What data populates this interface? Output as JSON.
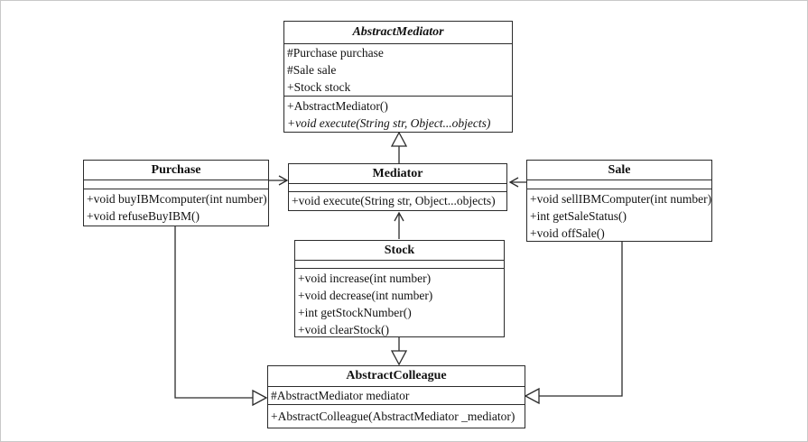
{
  "diagram": {
    "type": "uml-class-diagram",
    "pattern": "Mediator",
    "colors": {
      "line": "#2b2b2b",
      "background": "#ffffff",
      "frame": "#c9c9c9"
    },
    "classes": [
      {
        "name": "AbstractMediator",
        "stereotype": "abstract",
        "attributes": [
          "#Purchase purchase",
          "#Sale sale",
          "+Stock stock"
        ],
        "methods": [
          "+AbstractMediator()",
          "+void execute(String str, Object...objects)"
        ]
      },
      {
        "name": "Purchase",
        "stereotype": "concrete",
        "attributes": [],
        "methods": [
          "+void buyIBMcomputer(int number)",
          "+void refuseBuyIBM()"
        ]
      },
      {
        "name": "Mediator",
        "stereotype": "concrete",
        "attributes": [],
        "methods": [
          "+void execute(String str, Object...objects)"
        ]
      },
      {
        "name": "Sale",
        "stereotype": "concrete",
        "attributes": [],
        "methods": [
          "+void sellIBMComputer(int number)",
          "+int getSaleStatus()",
          "+void offSale()"
        ]
      },
      {
        "name": "Stock",
        "stereotype": "concrete",
        "attributes": [],
        "methods": [
          "+void increase(int number)",
          "+void decrease(int number)",
          "+int getStockNumber()",
          "+void clearStock()"
        ]
      },
      {
        "name": "AbstractColleague",
        "stereotype": "concrete",
        "attributes": [
          "#AbstractMediator mediator"
        ],
        "methods": [
          "+AbstractColleague(AbstractMediator _mediator)"
        ]
      }
    ],
    "relations": [
      {
        "from": "Mediator",
        "to": "AbstractMediator",
        "type": "generalization"
      },
      {
        "from": "Purchase",
        "to": "Mediator",
        "type": "directed-association"
      },
      {
        "from": "Sale",
        "to": "Mediator",
        "type": "directed-association"
      },
      {
        "from": "Stock",
        "to": "Mediator",
        "type": "directed-association"
      },
      {
        "from": "Stock",
        "to": "AbstractColleague",
        "type": "generalization"
      },
      {
        "from": "Purchase",
        "to": "AbstractColleague",
        "type": "generalization"
      },
      {
        "from": "Sale",
        "to": "AbstractColleague",
        "type": "generalization"
      }
    ]
  }
}
